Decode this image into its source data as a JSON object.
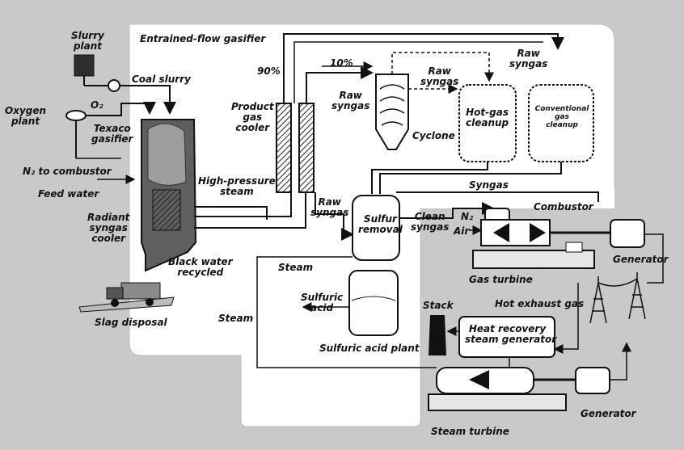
{
  "diagram": {
    "title": "Entrained-flow gasifier",
    "labels": {
      "slurry_plant": [
        "Slurry",
        "plant"
      ],
      "coal_slurry": "Coal slurry",
      "oxygen_plant": [
        "Oxygen",
        "plant"
      ],
      "o2": "O₂",
      "texaco_gasifier": [
        "Texaco",
        "gasifier"
      ],
      "n2_to_combustor": "N₂ to combustor",
      "feed_water": "Feed water",
      "radiant_cooler": [
        "Radiant",
        "syngas",
        "cooler"
      ],
      "black_water": [
        "Black water",
        "recycled"
      ],
      "slag_disposal": "Slag disposal",
      "pct_90": "90%",
      "pct_10": "10%",
      "product_gas_cooler": [
        "Product",
        "gas",
        "cooler"
      ],
      "high_pressure_steam": [
        "High-pressure",
        "steam"
      ],
      "raw_syngas_cyclone": [
        "Raw",
        "syngas"
      ],
      "raw_syngas_top": [
        "Raw",
        "syngas"
      ],
      "raw_syngas_right": [
        "Raw",
        "syngas"
      ],
      "cyclone": "Cyclone",
      "hot_gas_cleanup": [
        "Hot-gas",
        "cleanup"
      ],
      "conventional_cleanup": [
        "Conventional",
        "gas",
        "cleanup"
      ],
      "raw_syngas_lower": [
        "Raw",
        "syngas"
      ],
      "steam_mid": "Steam",
      "syngas": "Syngas",
      "sulfur_removal": [
        "Sulfur",
        "removal"
      ],
      "clean_syngas": [
        "Clean",
        "syngas"
      ],
      "combustor": "Combustor",
      "n2": "N₂",
      "air": "Air",
      "generator_1": "Generator",
      "gas_turbine": "Gas turbine",
      "sulfuric_acid": [
        "Sulfuric",
        "acid"
      ],
      "steam_left": "Steam",
      "sulfuric_acid_plant": "Sulfuric acid plant",
      "stack": "Stack",
      "hot_exhaust_gas": "Hot exhaust gas",
      "hrsg": [
        "Heat recovery",
        "steam generator"
      ],
      "steam_turbine": "Steam turbine",
      "generator_2": "Generator"
    }
  },
  "colors": {
    "background": "#c9c9c9",
    "panel": "#ffffff",
    "ink": "#111111",
    "equipment_fill": "#6d6d6d"
  }
}
